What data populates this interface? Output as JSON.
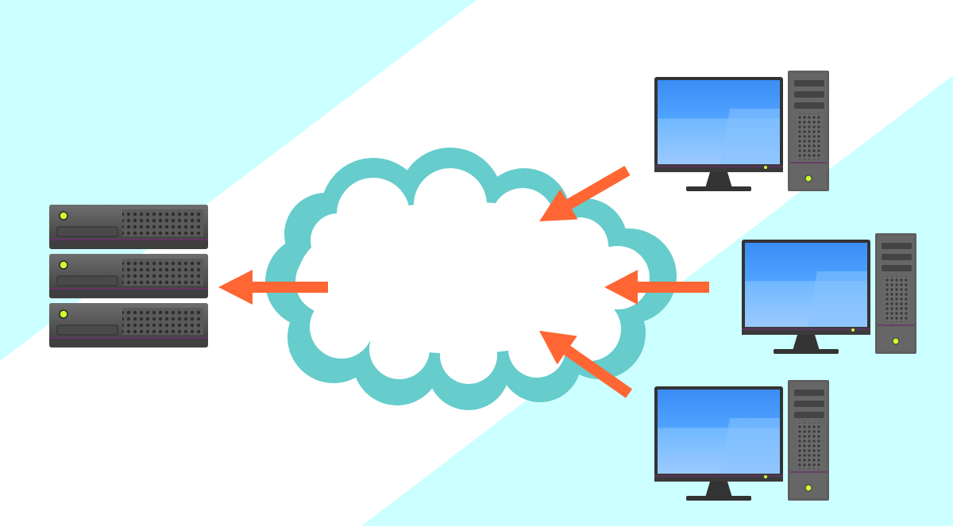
{
  "colors": {
    "background": "#ffffff",
    "band": "#ccffff",
    "cloud_outline": "#66cccc",
    "cloud_fill": "#ffffff",
    "arrow": "#ff6633",
    "server_body": "#4d4d4d",
    "server_face": "#5c5c5c",
    "server_led": "#ccff33",
    "monitor_bezel": "#333333",
    "screen_top": "#3399ff",
    "screen_bottom": "#99ccff",
    "tower_body": "#666666",
    "accent_purple": "#663366"
  },
  "diagram": {
    "server": {
      "icon": "server-rack-icon",
      "units": 3
    },
    "network": {
      "icon": "cloud-icon"
    },
    "clients": [
      {
        "icon": "desktop-computer-icon"
      },
      {
        "icon": "desktop-computer-icon"
      },
      {
        "icon": "desktop-computer-icon"
      }
    ],
    "arrows": [
      {
        "icon": "arrow-icon",
        "from": "client-1",
        "to": "cloud"
      },
      {
        "icon": "arrow-icon",
        "from": "client-2",
        "to": "cloud"
      },
      {
        "icon": "arrow-icon",
        "from": "client-3",
        "to": "cloud"
      },
      {
        "icon": "arrow-icon",
        "from": "cloud",
        "to": "server"
      }
    ]
  }
}
